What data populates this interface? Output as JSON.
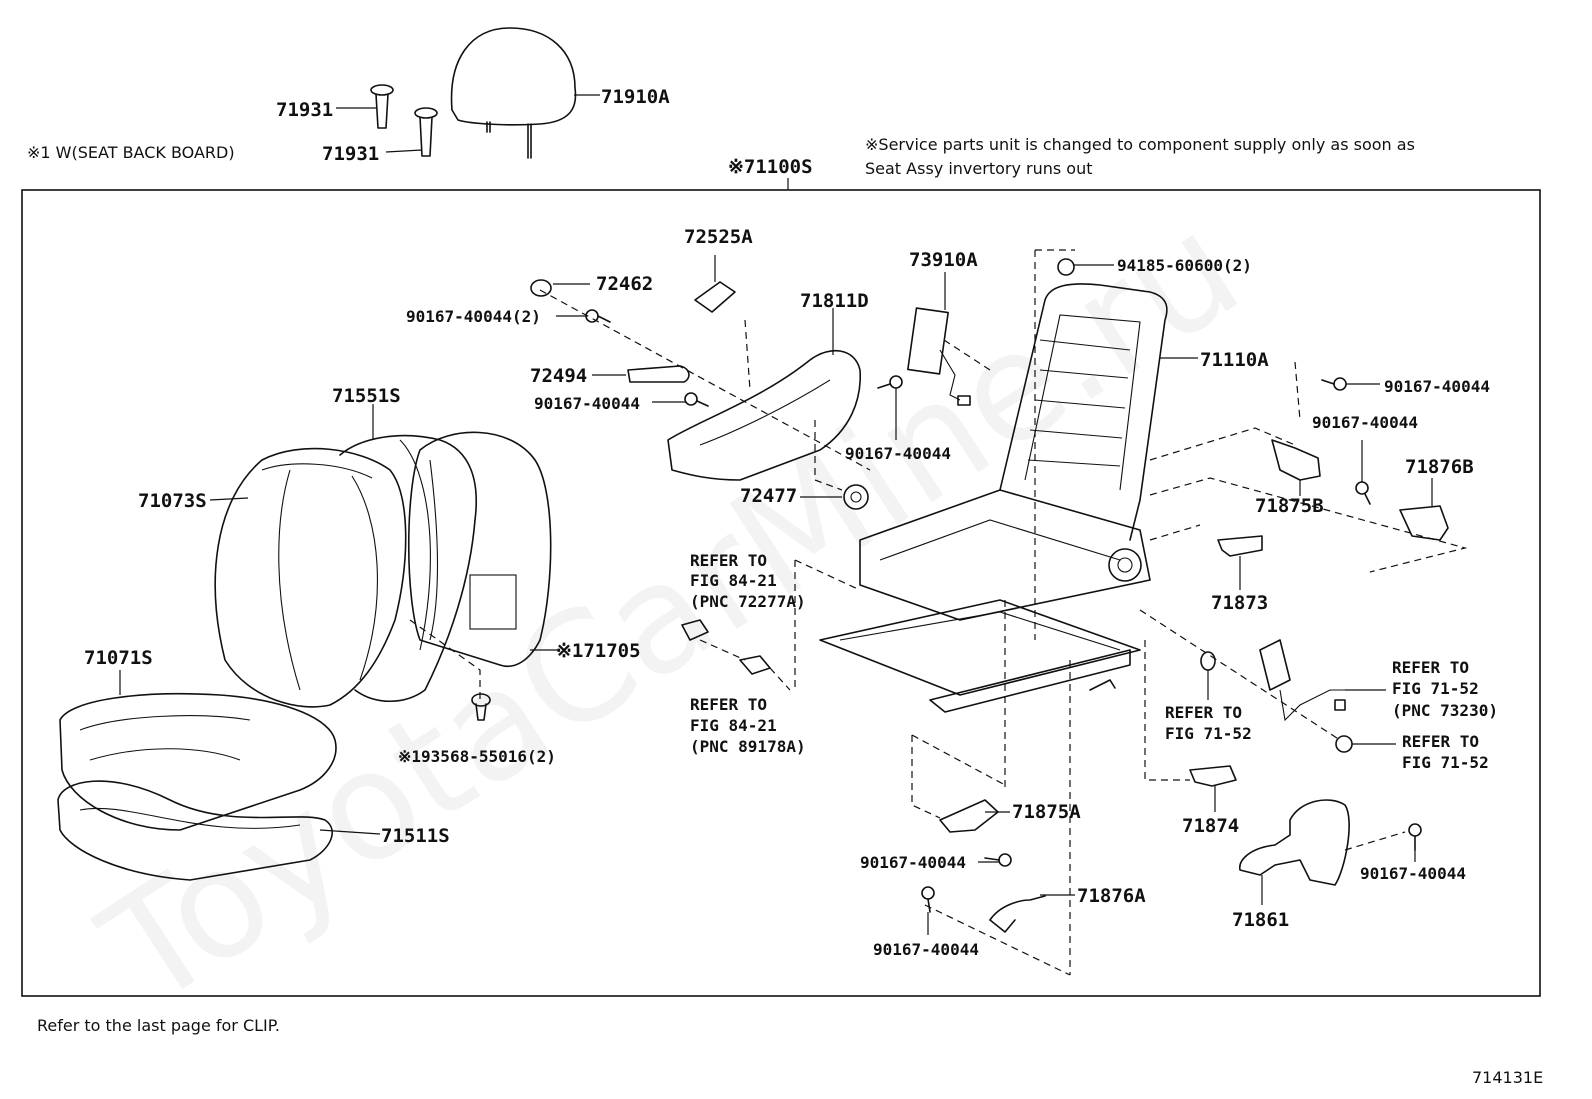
{
  "watermark": "ToyotaCarMine.ru",
  "notes": {
    "seat_back_board": "※1 W(SEAT BACK BOARD)",
    "service_line1": "※Service parts unit is changed to component supply only as soon as",
    "service_line2": "Seat Assy invertory runs out",
    "clip": "Refer to the last page for CLIP.",
    "figure_id": "714131E"
  },
  "parts": {
    "p71931a": "71931",
    "p71931b": "71931",
    "p71910A": "71910A",
    "p71100S": "※71100S",
    "p72525A": "72525A",
    "p72462": "72462",
    "p73910A": "73910A",
    "p94185": "94185-60600(2)",
    "p90167_2": "90167-40044(2)",
    "p71811D": "71811D",
    "p71110A": "71110A",
    "p72494": "72494",
    "p90167_a": "90167-40044",
    "p90167_b": "90167-40044",
    "p90167_c": "90167-40044",
    "p90167_d": "90167-40044",
    "p71551S": "71551S",
    "p71073S": "71073S",
    "p72477": "72477",
    "p71875B": "71875B",
    "p71876B": "71876B",
    "p71873": "71873",
    "p171705": "※171705",
    "p71071S": "71071S",
    "p193568": "※193568-55016(2)",
    "p71511S": "71511S",
    "p71875A": "71875A",
    "p71874": "71874",
    "p90167_e": "90167-40044",
    "p71876A": "71876A",
    "p90167_f": "90167-40044",
    "p71861": "71861",
    "p90167_g": "90167-40044"
  },
  "refs": {
    "r1_l1": "REFER TO",
    "r1_l2": "FIG 84-21",
    "r1_l3": "(PNC 72277A)",
    "r2_l1": "REFER TO",
    "r2_l2": "FIG 84-21",
    "r2_l3": "(PNC 89178A)",
    "r3_l1": "REFER TO",
    "r3_l2": "FIG 71-52",
    "r4_l1": "REFER TO",
    "r4_l2": "FIG 71-52",
    "r4_l3": "(PNC 73230)",
    "r5_l1": "REFER TO",
    "r5_l2": "FIG 71-52"
  }
}
